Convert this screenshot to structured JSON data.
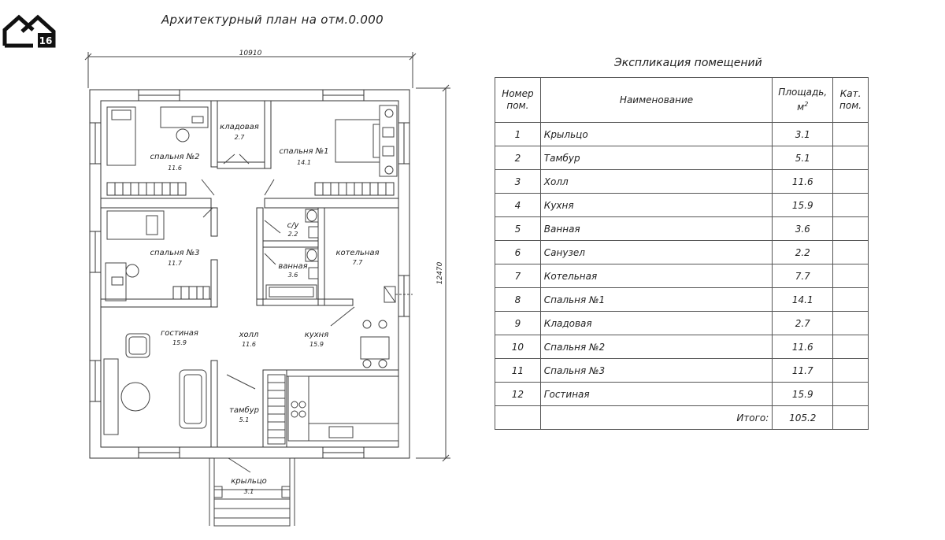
{
  "plan_title": "Архитектурный план на отм.0.000",
  "explication_title": "Экспликация помещений",
  "logo_text": "16",
  "dimensions": {
    "width": "10910",
    "height": "12470"
  },
  "rooms": {
    "bedroom2": {
      "name": "спальня №2",
      "area": "11.6"
    },
    "storage": {
      "name": "кладовая",
      "area": "2.7"
    },
    "bedroom1": {
      "name": "спальня №1",
      "area": "14.1"
    },
    "wc": {
      "name": "с/у",
      "area": "2.2"
    },
    "bathroom": {
      "name": "ванная",
      "area": "3.6"
    },
    "boiler": {
      "name": "котельная",
      "area": "7.7"
    },
    "bedroom3": {
      "name": "спальня №3",
      "area": "11.7"
    },
    "living": {
      "name": "гостиная",
      "area": "15.9"
    },
    "hall": {
      "name": "холл",
      "area": "11.6"
    },
    "kitchen": {
      "name": "кухня",
      "area": "15.9"
    },
    "vestibule": {
      "name": "тамбур",
      "area": "5.1"
    },
    "porch": {
      "name": "крыльцо",
      "area": "3.1"
    }
  },
  "table": {
    "headers": {
      "num": "Номер пом.",
      "name": "Наименование",
      "area": "Площадь, м",
      "area_sup": "2",
      "cat": "Кат. пом."
    },
    "rows": [
      {
        "num": "1",
        "name": "Крыльцо",
        "area": "3.1"
      },
      {
        "num": "2",
        "name": "Тамбур",
        "area": "5.1"
      },
      {
        "num": "3",
        "name": "Холл",
        "area": "11.6"
      },
      {
        "num": "4",
        "name": "Кухня",
        "area": "15.9"
      },
      {
        "num": "5",
        "name": "Ванная",
        "area": "3.6"
      },
      {
        "num": "6",
        "name": "Санузел",
        "area": "2.2"
      },
      {
        "num": "7",
        "name": "Котельная",
        "area": "7.7"
      },
      {
        "num": "8",
        "name": "Спальня №1",
        "area": "14.1"
      },
      {
        "num": "9",
        "name": "Кладовая",
        "area": "2.7"
      },
      {
        "num": "10",
        "name": "Спальня №2",
        "area": "11.6"
      },
      {
        "num": "11",
        "name": "Спальня №3",
        "area": "11.7"
      },
      {
        "num": "12",
        "name": "Гостиная",
        "area": "15.9"
      }
    ],
    "total_label": "Итого:",
    "total_value": "105.2"
  }
}
